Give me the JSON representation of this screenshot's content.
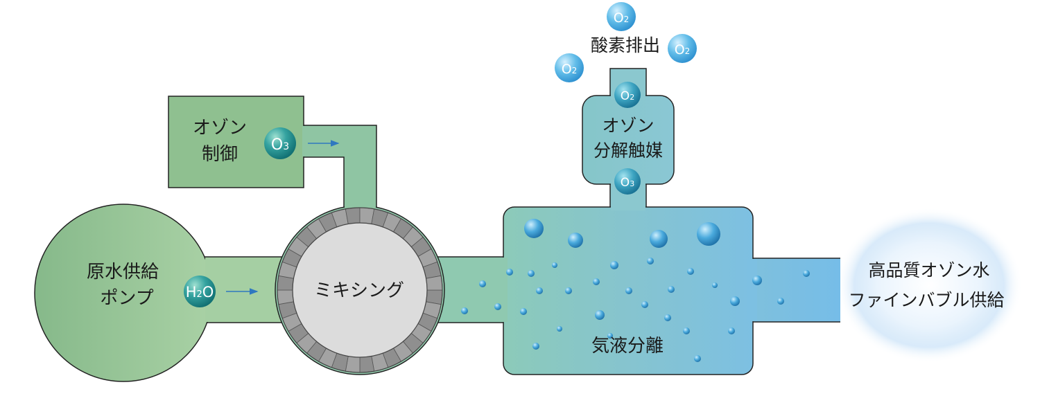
{
  "labels": {
    "pump_line1": "原水供給",
    "pump_line2": "ポンプ",
    "ozone_ctrl_line1": "オゾン",
    "ozone_ctrl_line2": "制御",
    "mixing": "ミキシング",
    "gas_liquid": "気液分離",
    "catalyst_line1": "オゾン",
    "catalyst_line2": "分解触媒",
    "oxygen_exhaust": "酸素排出",
    "output_line1": "高品質オゾン水",
    "output_line2": "ファインバブル供給"
  },
  "molecules": {
    "water_main": "H",
    "water_sub": "2",
    "water_tail": "O",
    "ozone_main": "O",
    "ozone_sub": "3",
    "oxygen_main": "O",
    "oxygen_sub": "2"
  },
  "colors": {
    "green_dark": "#86b98a",
    "green_light": "#a9d1a5",
    "teal": "#92c9b2",
    "blue_light": "#7fc3d1",
    "blue_right": "#78bde6",
    "outline": "#222222",
    "ring_gray": "#9a9a9a",
    "core_gray": "#dcdcdc",
    "arrow_blue": "#2f78c0"
  }
}
